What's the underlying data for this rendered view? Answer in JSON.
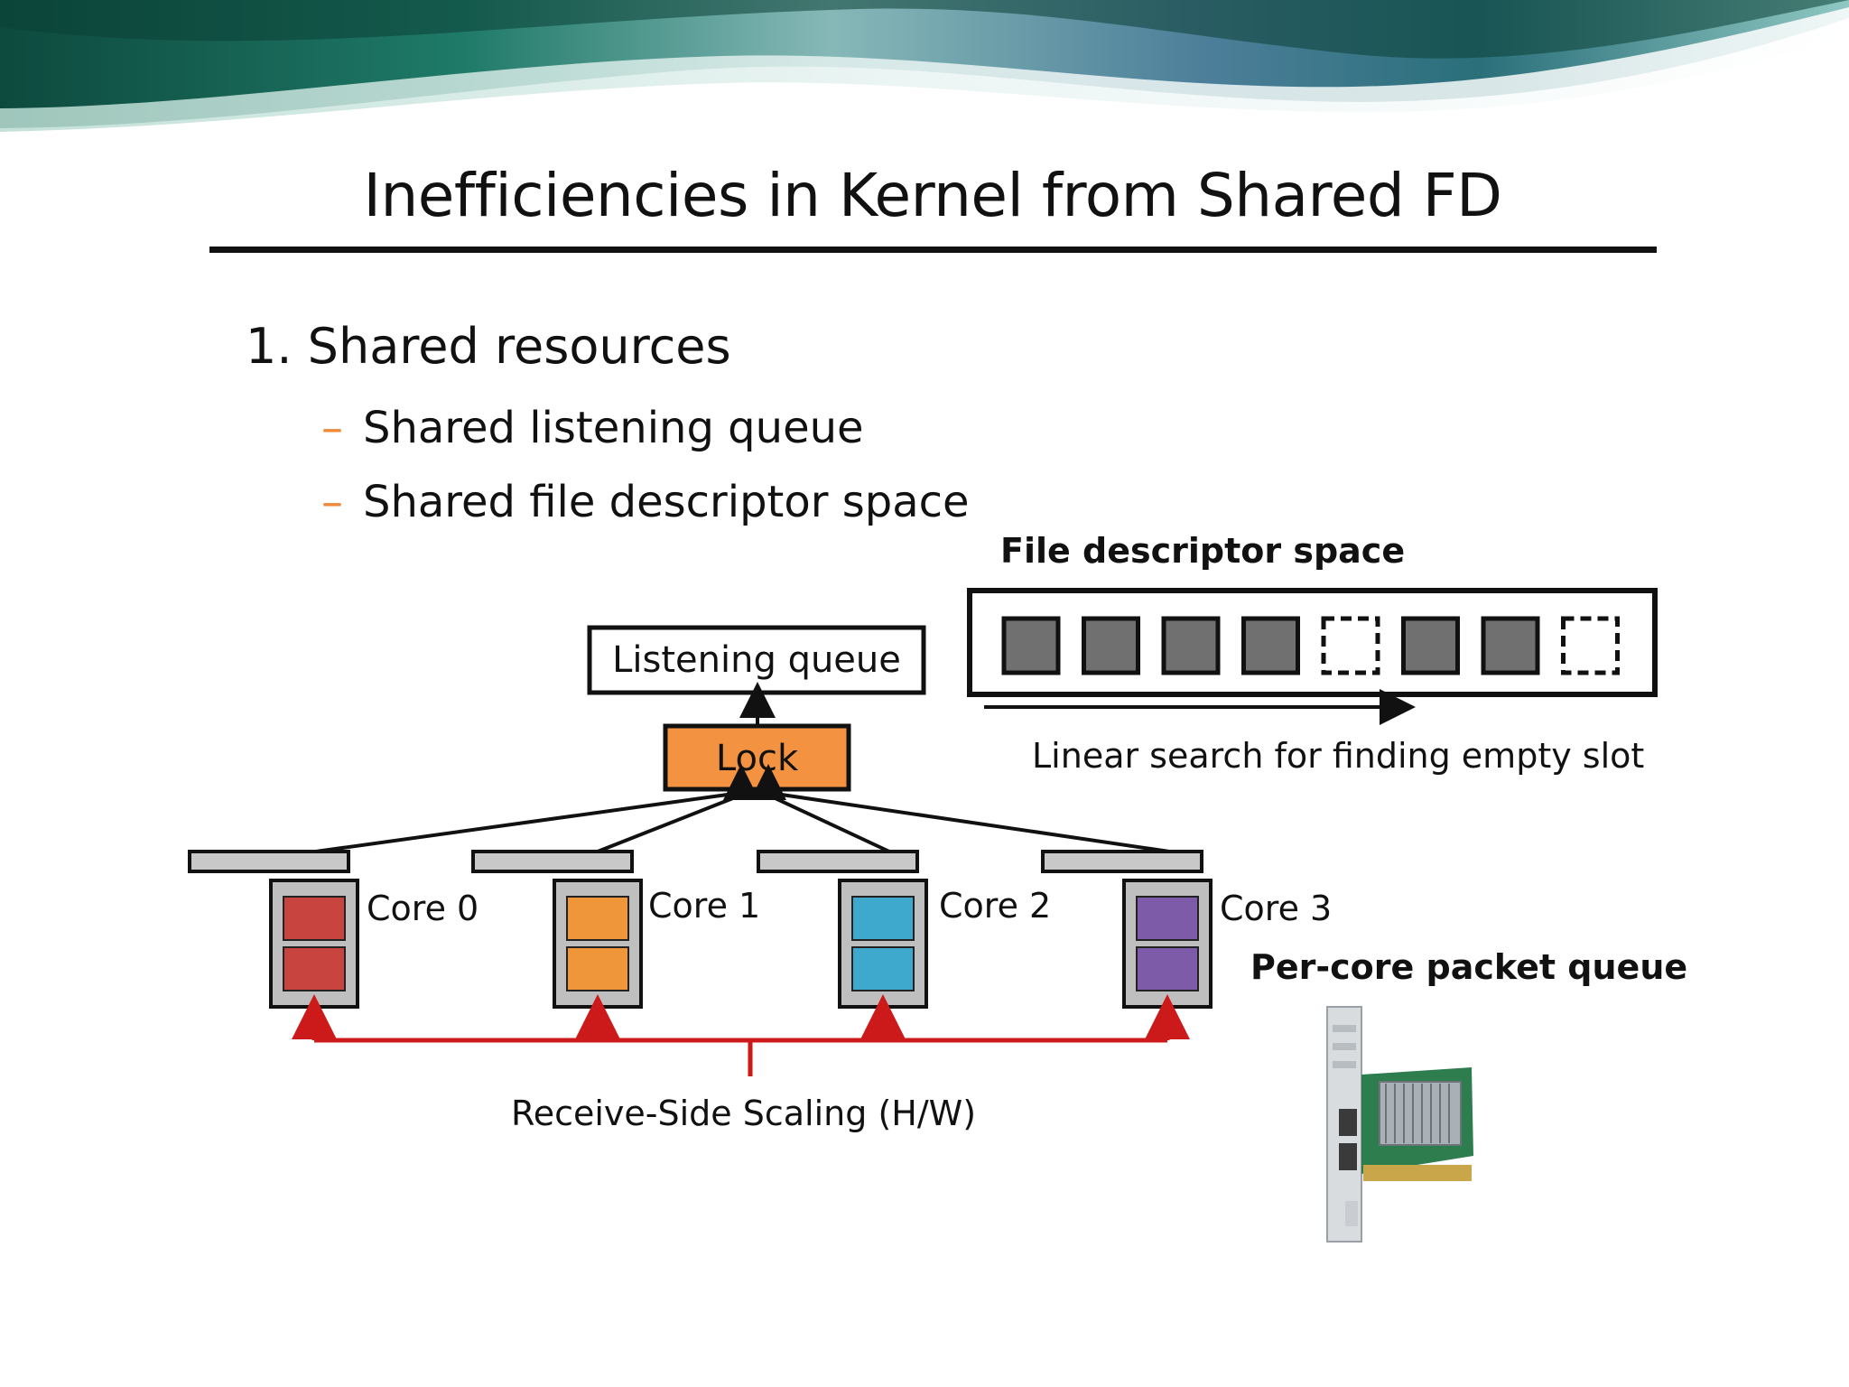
{
  "title": "Inefficiencies in Kernel from Shared FD",
  "heading": "1. Shared resources",
  "bullets": [
    "Shared listening queue",
    "Shared file descriptor space"
  ],
  "bullet_dash": "–",
  "diagram": {
    "listening_queue_label": "Listening queue",
    "lock_label": "Lock",
    "fd_space_label": "File descriptor space",
    "linear_search_label": "Linear search for finding empty slot",
    "per_core_label": "Per-core packet queue",
    "rss_label": "Receive-Side Scaling (H/W)",
    "cores": [
      {
        "label": "Core 0",
        "color": "#c8453f"
      },
      {
        "label": "Core 1",
        "color": "#f0963a"
      },
      {
        "label": "Core 2",
        "color": "#3ea9cc"
      },
      {
        "label": "Core 3",
        "color": "#7e5ba8"
      }
    ],
    "fd_slots": [
      "filled",
      "filled",
      "filled",
      "filled",
      "empty",
      "filled",
      "filled",
      "empty"
    ],
    "colors": {
      "lock": "#f39240",
      "slot": "#707070",
      "rss_arrow": "#cc1a1a",
      "bullet_dash": "#f0883a"
    }
  }
}
